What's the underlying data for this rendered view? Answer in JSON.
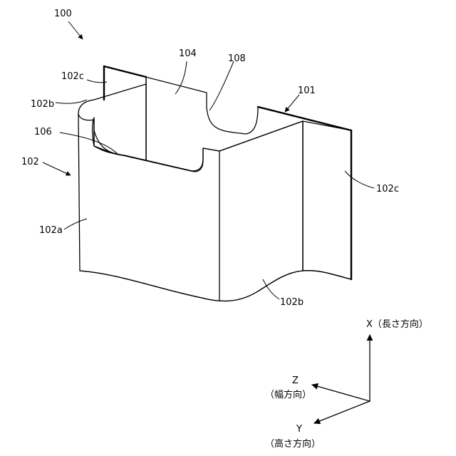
{
  "labels": {
    "device": "100",
    "part_101": "101",
    "part_102": "102",
    "part_102a": "102a",
    "part_102b_left": "102b",
    "part_102b_bottom": "102b",
    "part_102c_left": "102c",
    "part_102c_right": "102c",
    "part_104": "104",
    "part_106": "106",
    "part_108": "108"
  },
  "axes": {
    "x_label": "X（長さ方向）",
    "z_label": "Z",
    "z_desc": "（幅方向）",
    "y_label": "Y",
    "y_desc": "（高さ方向）"
  }
}
